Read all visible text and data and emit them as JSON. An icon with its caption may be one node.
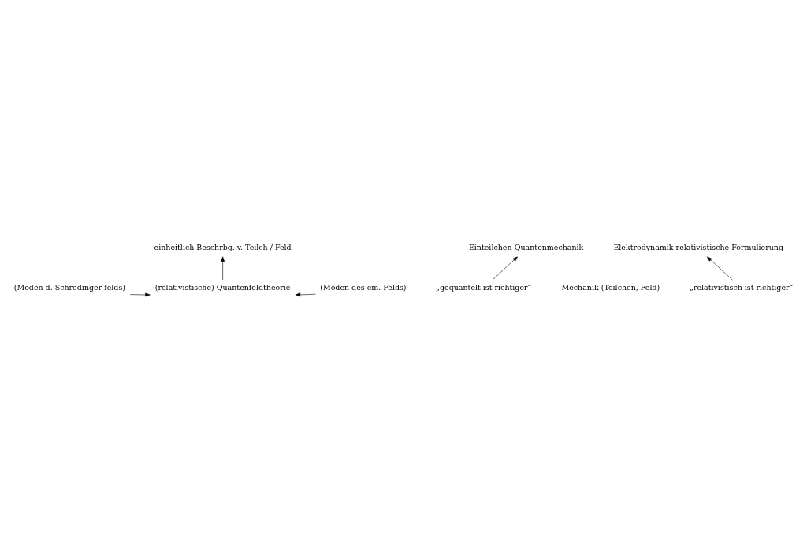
{
  "diagram": {
    "nodes": [
      {
        "text": [
          "einheitlich Beschrbg. v. Teilch / Feld"
        ]
      },
      {
        "text": [
          "(Moden d. Schrödinger felds)"
        ]
      },
      {
        "text": [
          "(relativistische) Quantenfeldtheorie"
        ]
      },
      {
        "text": [
          "(Moden des em. Felds)"
        ]
      },
      {
        "text": [
          "Einteilchen-Quantenmechanik"
        ]
      },
      {
        "text": [
          "Elektrodynamik relativistische Formulierung"
        ]
      },
      {
        "text": [
          "„gequantelt ist richtiger“"
        ]
      },
      {
        "text": [
          "Mechanik (Teilchen, Feld)"
        ]
      },
      {
        "text": [
          "„relativistisch ist richtiger“"
        ]
      }
    ],
    "edges": [
      {
        "from": 2,
        "to": 0,
        "arrow": "to"
      },
      {
        "from": 1,
        "to": 2,
        "arrow": "to"
      },
      {
        "from": 3,
        "to": 2,
        "arrow": "to"
      },
      {
        "from": 6,
        "to": 4,
        "arrow": "to"
      },
      {
        "from": 8,
        "to": 5,
        "arrow": "to"
      }
    ]
  }
}
